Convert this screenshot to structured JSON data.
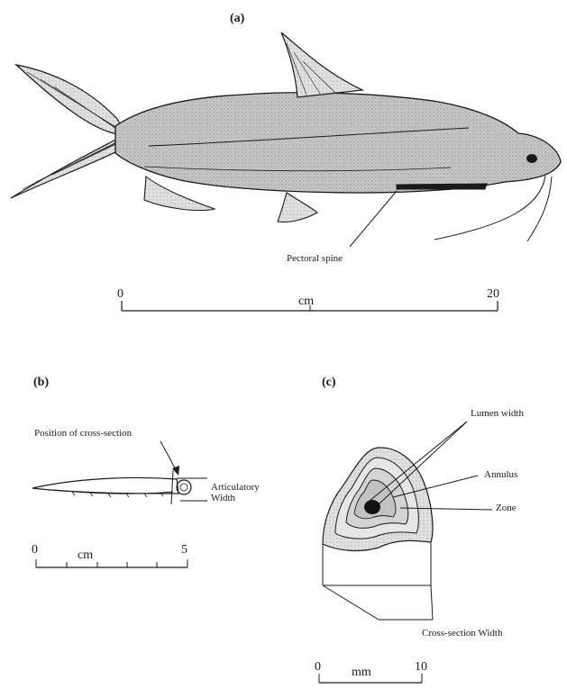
{
  "panels": {
    "a": {
      "label": "(a)",
      "annotation": "Pectoral spine",
      "scale": {
        "start": "0",
        "unit": "cm",
        "end": "20"
      }
    },
    "b": {
      "label": "(b)",
      "annotation": "Position of cross-section",
      "width_label_line1": "Articulatory",
      "width_label_line2": "Width",
      "scale": {
        "start": "0",
        "unit": "cm",
        "end": "5"
      }
    },
    "c": {
      "label": "(c)",
      "callouts": {
        "lumen": "Lumen width",
        "annulus": "Annulus",
        "zone": "Zone",
        "cross_section": "Cross-section Width"
      },
      "scale": {
        "start": "0",
        "unit": "mm",
        "end": "10"
      }
    }
  },
  "colors": {
    "ink": "#1a1a1a",
    "body_stipple": "#bdbdbd",
    "section_fill": "#d6d6d6"
  }
}
